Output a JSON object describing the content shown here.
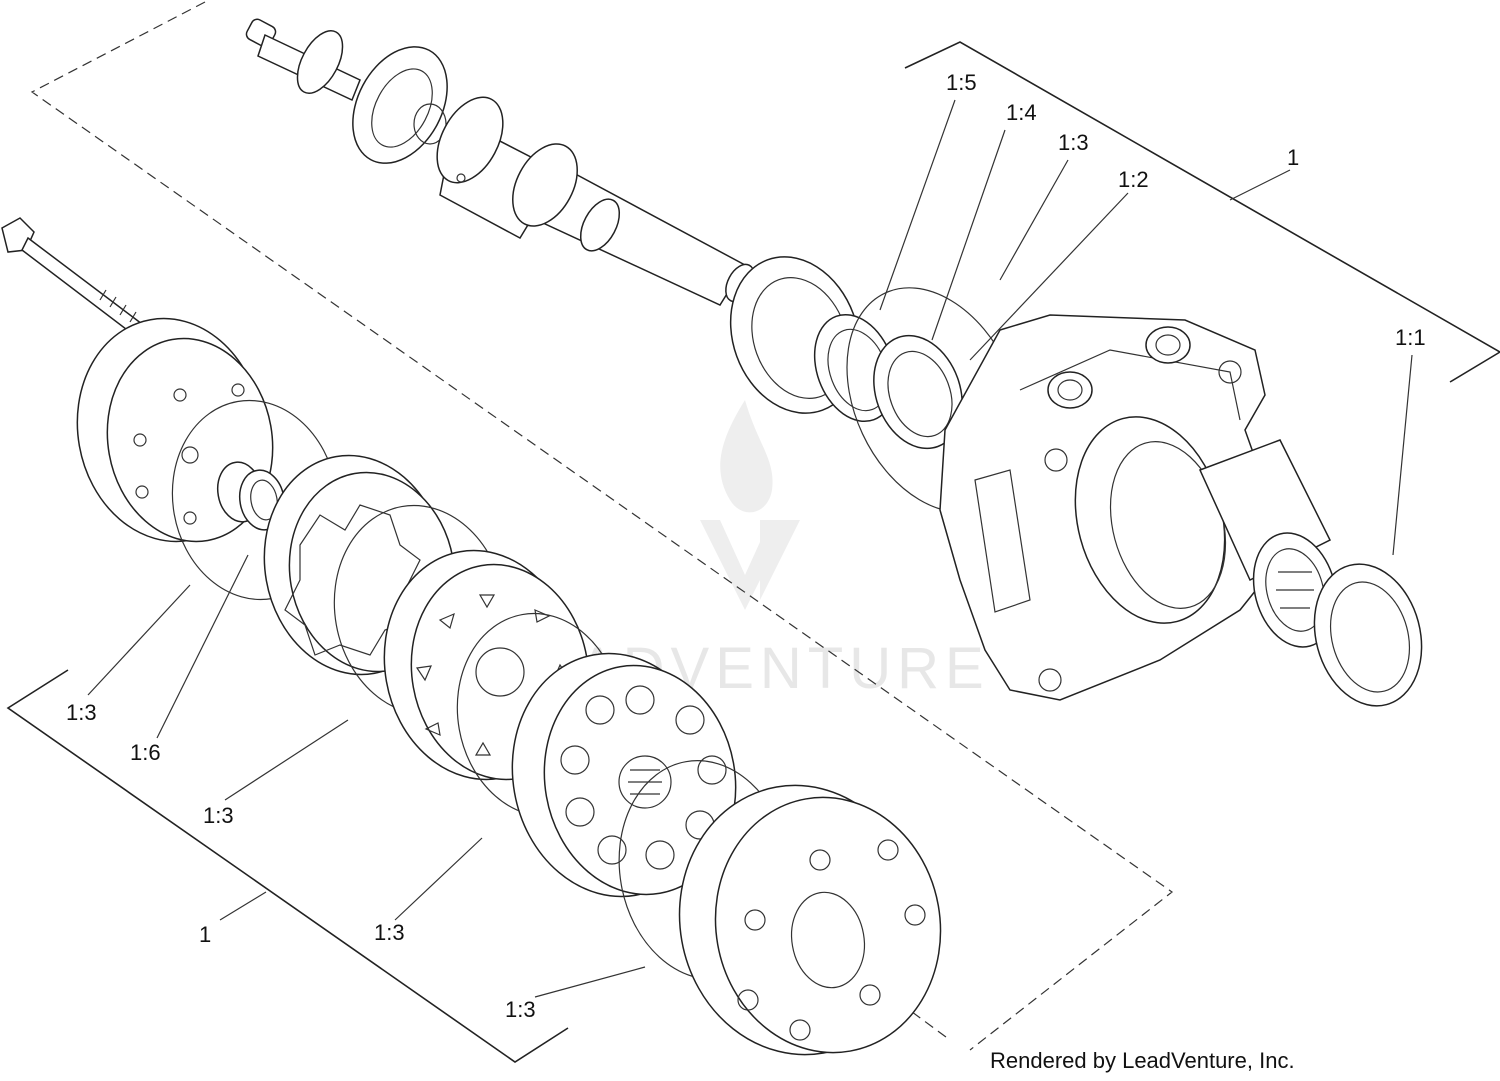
{
  "diagram": {
    "callouts": {
      "c1_5": "1:5",
      "c1_4": "1:4",
      "c1_3_top": "1:3",
      "c1_2": "1:2",
      "c1_top": "1",
      "c1_1": "1:1",
      "c1_3_left": "1:3",
      "c1_6": "1:6",
      "c1_3_mid": "1:3",
      "c1_bottom": "1",
      "c1_3_low": "1:3",
      "c1_3_bottom": "1:3"
    },
    "credit": "Rendered by LeadVenture, Inc.",
    "watermark": "LEADVENTURE"
  }
}
